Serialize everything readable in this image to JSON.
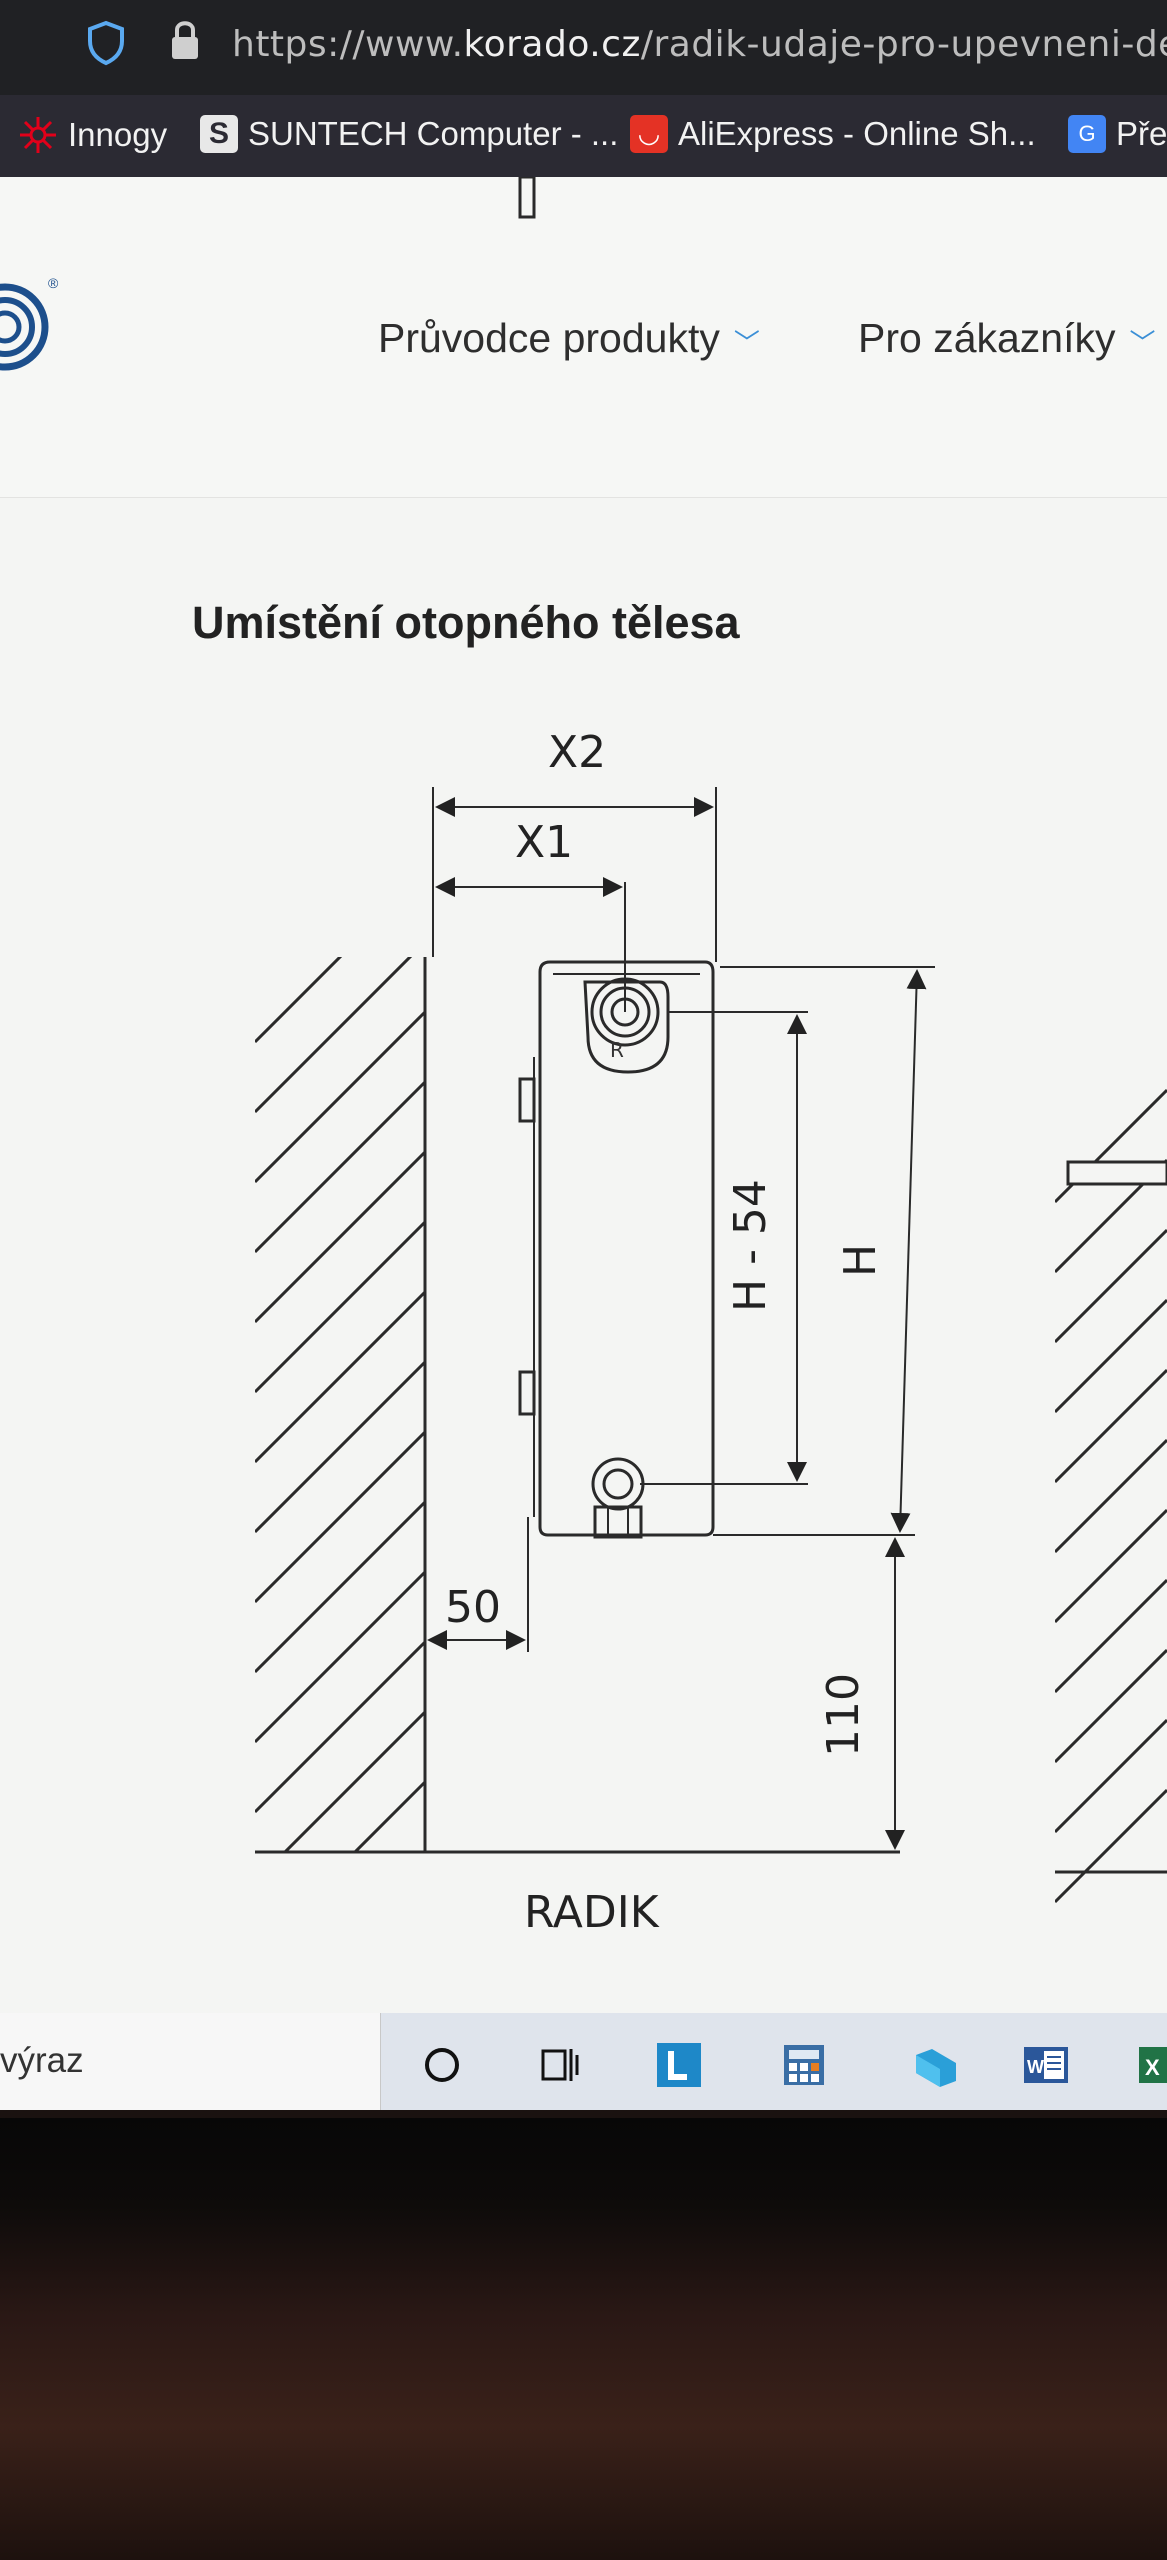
{
  "browser": {
    "url_prefix": "https://www.",
    "url_domain": "korado.cz",
    "url_path": "/radik-udaje-pro-upevneni-deskov",
    "bookmarks": [
      {
        "label": "Innogy",
        "icon": "innogy-icon",
        "color": "#e2001a"
      },
      {
        "label": "SUNTECH Computer - ...",
        "icon": "suntech-icon",
        "color": "#f2f2f2"
      },
      {
        "label": "AliExpress - Online Sh...",
        "icon": "aliexpress-icon",
        "color": "#e43225"
      },
      {
        "label": "Pře",
        "icon": "translate-icon",
        "color": "#4285f4"
      }
    ]
  },
  "header": {
    "nav": [
      {
        "label": "Průvodce produkty"
      },
      {
        "label": "Pro zákazníky"
      }
    ],
    "accent": "#3b8fd6"
  },
  "main": {
    "title": "Umístění otopného tělesa",
    "diagram": {
      "dim_x2": "X2",
      "dim_x1": "X1",
      "dim_h54": "H - 54",
      "dim_h": "H",
      "dim_50": "50",
      "dim_110": "110",
      "caption": "RADIK"
    }
  },
  "taskbar": {
    "search_placeholder": "výraz",
    "icons": [
      "cortana-icon",
      "task-view-icon",
      "app-l-icon",
      "calculator-icon",
      "folder-icon",
      "word-icon",
      "excel-icon"
    ]
  }
}
